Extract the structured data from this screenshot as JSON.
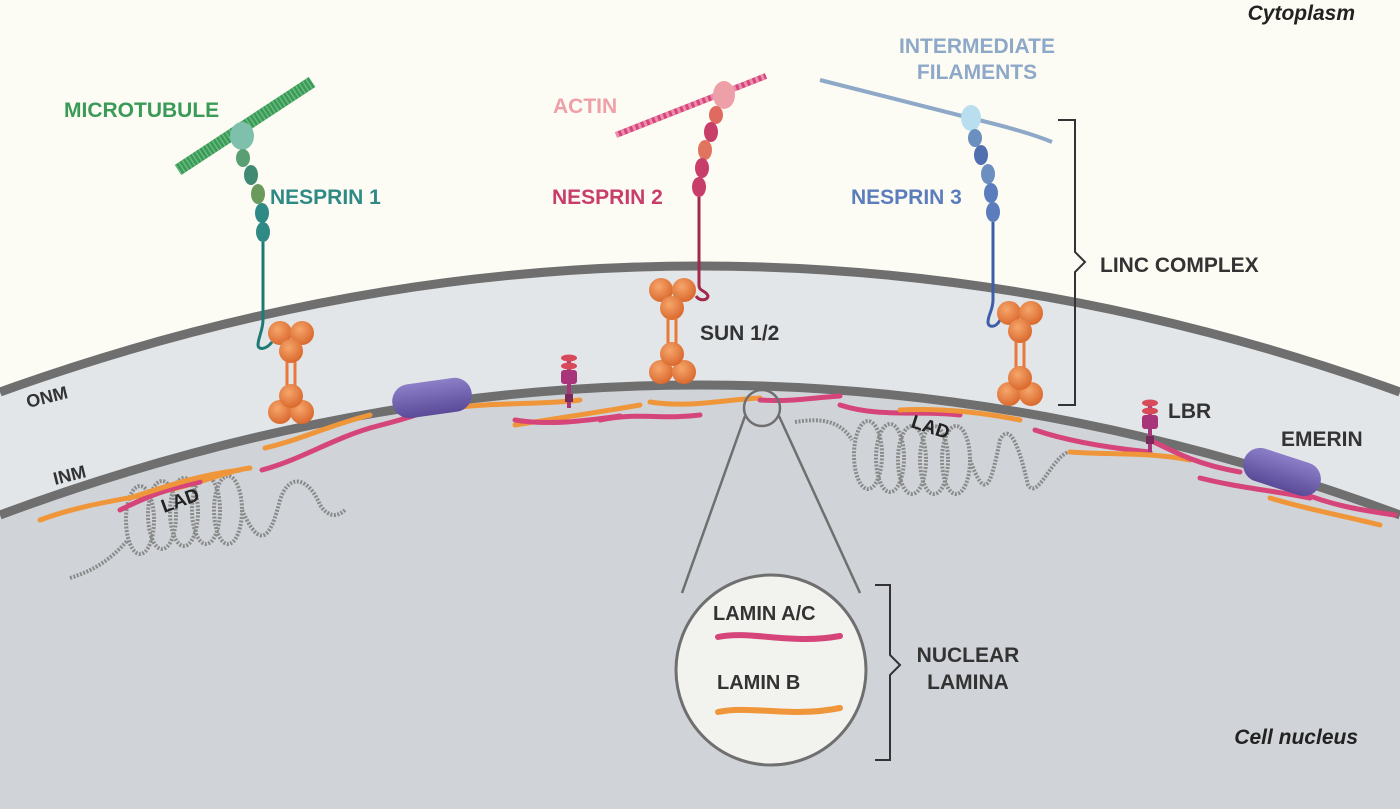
{
  "regions": {
    "cytoplasm": "Cytoplasm",
    "nucleus": "Cell nucleus"
  },
  "membranes": {
    "outer": "ONM",
    "inner": "INM"
  },
  "filaments": {
    "microtubule": "MICROTUBULE",
    "actin": "ACTIN",
    "intermediate_line1": "INTERMEDIATE",
    "intermediate_line2": "FILAMENTS"
  },
  "proteins": {
    "nesprin1": "NESPRIN 1",
    "nesprin2": "NESPRIN 2",
    "nesprin3": "NESPRIN 3",
    "sun": "SUN 1/2",
    "lbr": "LBR",
    "emerin": "EMERIN"
  },
  "complexes": {
    "linc": "LINC COMPLEX",
    "lamina_line1": "NUCLEAR",
    "lamina_line2": "LAMINA"
  },
  "chromatin": {
    "lad_left": "LAD",
    "lad_right": "LAD"
  },
  "legend": {
    "lamin_ac": "LAMIN A/C",
    "lamin_b": "LAMIN B"
  },
  "colors": {
    "background": "#fdfcf4",
    "perinuclear": "#e2e6e9",
    "nucleoplasm": "#d0d4d8",
    "membrane": "#6f6f6f",
    "lamin_ac": "#d6457a",
    "lamin_b": "#f0963a",
    "sun": "#e9783a",
    "nesprin1": "#2f8a86",
    "nesprin2": "#c83e6b",
    "nesprin3": "#5b7dbd",
    "microtubule": "#3a9a58",
    "actin": "#d6457a",
    "intermediate": "#8ea8c8",
    "emerin": "#6a5aa8",
    "lbr": "#a8357a",
    "chromatin": "#8a8a8a"
  }
}
